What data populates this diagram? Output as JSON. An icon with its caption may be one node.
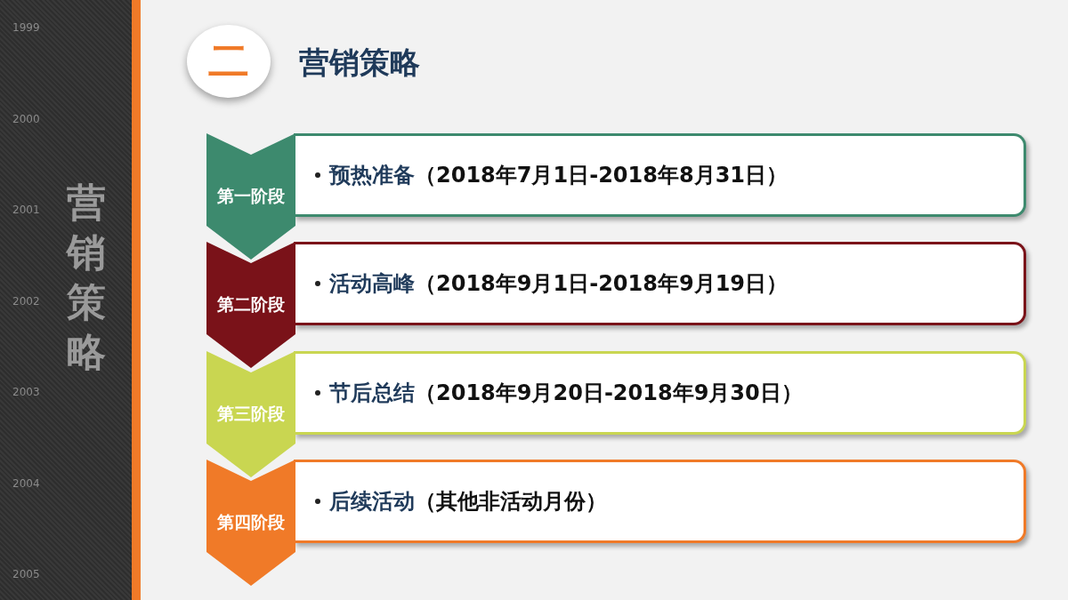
{
  "diagram": {
    "title": "营销策略",
    "nodes": [
      {
        "text": [
          "二"
        ]
      },
      {
        "text": [
          "第一阶段"
        ]
      },
      {
        "text": [
          "预热准备",
          "（2018年7月1日-2018年8月31日）"
        ]
      },
      {
        "text": [
          "第二阶段"
        ]
      },
      {
        "text": [
          "活动高峰",
          "（2018年9月1日-2018年9月19日）"
        ]
      },
      {
        "text": [
          "第三阶段"
        ]
      },
      {
        "text": [
          "节后总结",
          "（2018年9月20日-2018年9月30日）"
        ]
      },
      {
        "text": [
          "第四阶段"
        ]
      },
      {
        "text": [
          "后续活动",
          "（其他非活动月份）"
        ]
      }
    ],
    "edges": [],
    "labels": [
      "1999",
      "2000",
      "2001",
      "2002",
      "2003",
      "2004",
      "2005",
      "营销策略"
    ]
  }
}
